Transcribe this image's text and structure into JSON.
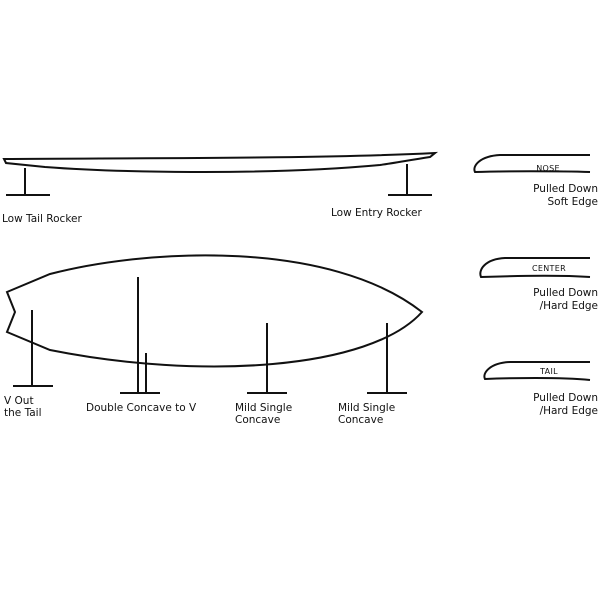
{
  "rocker": {
    "tail_label": "Low Tail Rocker",
    "entry_label": "Low Entry Rocker"
  },
  "bottom": {
    "v_out": [
      "V Out",
      "the Tail"
    ],
    "double": "Double Concave to V",
    "mild1": [
      "Mild Single",
      "Concave"
    ],
    "mild2": [
      "Mild Single",
      "Concave"
    ]
  },
  "rails": [
    {
      "section": "NOSE",
      "desc": [
        "Pulled Down",
        "Soft Edge"
      ]
    },
    {
      "section": "CENTER",
      "desc": [
        "Pulled Down",
        "/Hard Edge"
      ]
    },
    {
      "section": "TAIL",
      "desc": [
        "Pulled Down",
        "/Hard Edge"
      ]
    }
  ]
}
